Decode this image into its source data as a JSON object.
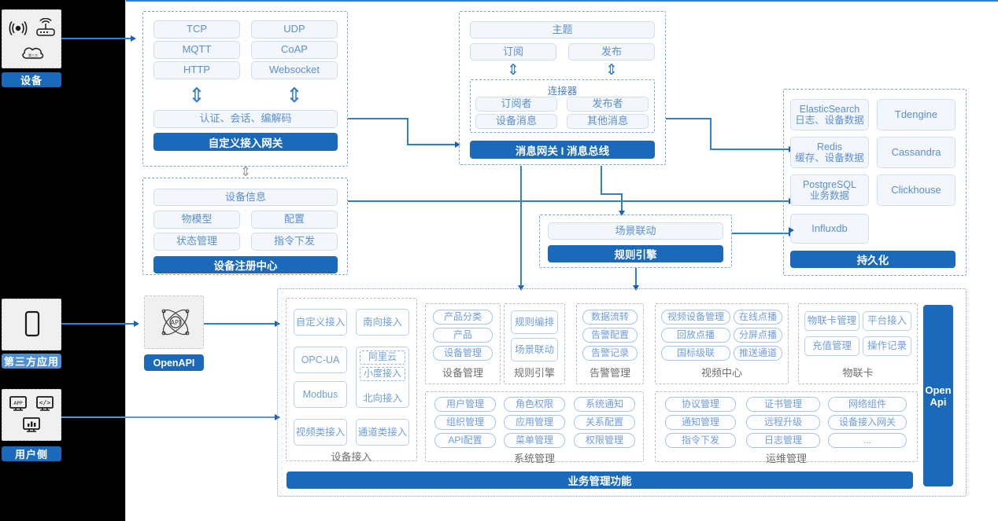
{
  "meta": {
    "title": "IoT 平台架构图"
  },
  "left_rail": {
    "blocks": [
      {
        "id": "device",
        "label": "设备",
        "icons": [
          "wifi-signal-icon",
          "router-icon",
          "cloud-icon"
        ]
      },
      {
        "id": "thirdparty",
        "label": "第三方应用",
        "icons": [
          "mobile-phone-icon"
        ]
      },
      {
        "id": "userside",
        "label": "用户侧",
        "icons": [
          "app-monitor-icon",
          "code-monitor-icon",
          "chart-monitor-icon"
        ]
      }
    ]
  },
  "access_gateway": {
    "protocols": [
      "TCP",
      "UDP",
      "MQTT",
      "CoAP",
      "HTTP",
      "Websocket"
    ],
    "middle": "认证、会话、编解码",
    "title": "自定义接入网关",
    "arrow_glyph": "⇕"
  },
  "message_bus": {
    "topic": "主题",
    "subscribe": "订阅",
    "publish": "发布",
    "connector_title": "连接器",
    "connector_items": [
      "订阅者",
      "发布者",
      "设备消息",
      "其他消息"
    ],
    "title": "消息网关 I 消息总线",
    "arrow_glyph": "⇕"
  },
  "device_registry": {
    "info": "设备信息",
    "items": [
      "物模型",
      "配置",
      "状态管理",
      "指令下发"
    ],
    "title": "设备注册中心"
  },
  "rule_engine": {
    "scene": "场景联动",
    "title": "规则引擎"
  },
  "persistence": {
    "stores": [
      {
        "name": "ElasticSearch",
        "sub": "日志、设备数据"
      },
      {
        "name": "Tdengine",
        "sub": ""
      },
      {
        "name": "Redis",
        "sub": "缓存、设备数据"
      },
      {
        "name": "Cassandra",
        "sub": ""
      },
      {
        "name": "PostgreSQL",
        "sub": "业务数据"
      },
      {
        "name": "Clickhouse",
        "sub": ""
      },
      {
        "name": "Influxdb",
        "sub": ""
      }
    ],
    "title": "持久化"
  },
  "openapi": {
    "label": "OpenAPI",
    "icon": "api-atom-icon"
  },
  "open_api_bar": {
    "line1": "Open",
    "line2": "Api"
  },
  "business": {
    "bottom_bar": "业务管理功能",
    "groups_row1": [
      {
        "title": "设备接入",
        "type": "device-access",
        "left_items": [
          "自定义接入",
          "OPC-UA",
          "Modbus",
          "视频类接入"
        ],
        "right_items": [
          "南向接入",
          "通道类接入"
        ],
        "northbound": {
          "title": "北向接入",
          "items": [
            "阿里云",
            "小度接入"
          ]
        }
      },
      {
        "title": "设备管理",
        "items": [
          "产品分类",
          "产品",
          "设备管理"
        ],
        "cols": 1
      },
      {
        "title": "规则引擎",
        "items": [
          "规则编排",
          "场景联动"
        ],
        "cols": 1,
        "tall": true
      },
      {
        "title": "告警管理",
        "items": [
          "数据流转",
          "告警配置",
          "告警记录"
        ],
        "cols": 1
      },
      {
        "title": "视频中心",
        "items": [
          "视频设备管理",
          "在线点播",
          "回放点播",
          "分屏点播",
          "国标级联",
          "推送通道"
        ],
        "cols": 2
      },
      {
        "title": "物联卡",
        "items": [
          "物联卡管理",
          "平台接入",
          "充值管理",
          "操作记录"
        ],
        "cols": 2
      }
    ],
    "groups_row2": [
      {
        "title": "系统管理",
        "items": [
          "用户管理",
          "角色权限",
          "系统通知",
          "组织管理",
          "应用管理",
          "关系配置",
          "API配置",
          "菜单管理",
          "权限管理"
        ],
        "cols": 3
      },
      {
        "title": "运维管理",
        "items": [
          "协议管理",
          "证书管理",
          "网络组件",
          "通知管理",
          "远程升级",
          "设备接入网关",
          "指令下发",
          "日志管理",
          "..."
        ],
        "cols": 3
      }
    ]
  },
  "colors": {
    "brand_blue": "#1b69ba",
    "soft_blue": "#4f8fd0",
    "chip_border": "#cfdff0",
    "chip_bg": "#f3f7fb",
    "chip_text": "#5b8fd0",
    "dash_border": "#7aa7dd",
    "arrow": "#2f7ed0",
    "rail_bg": "#000000"
  }
}
